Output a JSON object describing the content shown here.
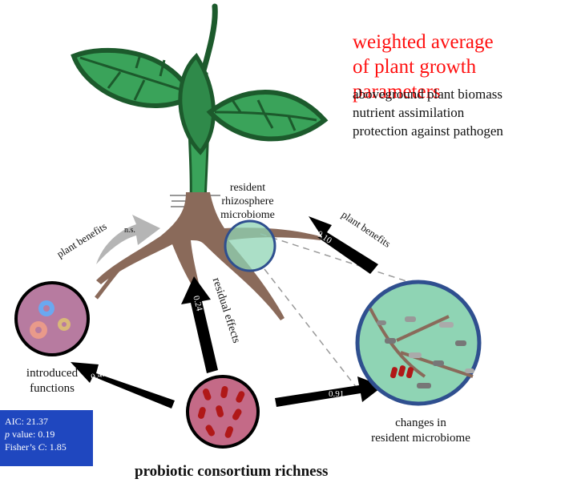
{
  "header": {
    "title_line1": "weighted average",
    "title_line2": "of plant growth parameters",
    "params": [
      "aboveground plant biomass",
      "nutrient assimilation",
      "protection against pathogen"
    ]
  },
  "labels": {
    "resident_line1": "resident",
    "resident_line2": "rhizosphere",
    "resident_line3": "microbiome",
    "plant_benefits_left": "plant benefits",
    "plant_benefits_right": "plant benefits",
    "ns": "n.s.",
    "residual_effects": "residual effects",
    "introduced_line1": "introduced",
    "introduced_line2": "functions",
    "changes_line1": "changes in",
    "changes_line2": "resident microbiome",
    "consortium": "probiotic consortium richness"
  },
  "coefficients": {
    "to_functions": "0.42",
    "to_residual": "0.24",
    "to_changes": "0.91",
    "to_benefits": "0.10"
  },
  "stats": {
    "aic": "AIC: 21.37",
    "p_value_prefix": "p",
    "p_value_rest": " value: 0.19",
    "fisher_prefix": "Fisher’s ",
    "fisher_italic": "C",
    "fisher_rest": ": 1.85"
  },
  "colors": {
    "red_title": "#ff0f0f",
    "stats_box": "#1f47bf",
    "leaf_green": "#3aa35a",
    "root_brown": "#8a6a5a",
    "micro_circle": "#8fd4b4",
    "circle_border": "#2f4f8f",
    "bacteria": "#b01818",
    "consortium_fill": "#c46a87"
  }
}
